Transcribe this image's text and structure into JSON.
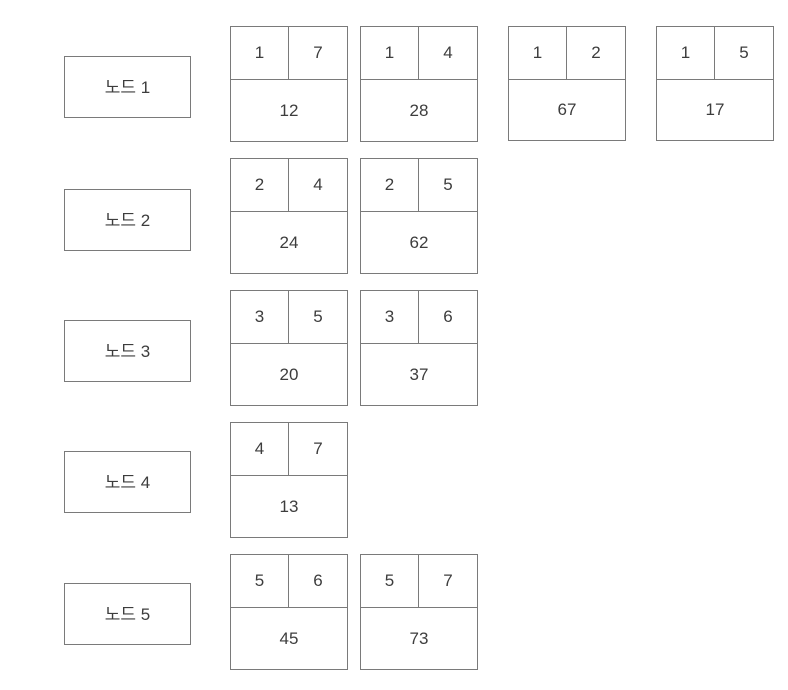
{
  "diagram": {
    "type": "node-edge-weight-table",
    "background_color": "#ffffff",
    "border_color": "#7a7a7a",
    "text_color": "#3d3d3d",
    "rows": [
      {
        "label": "노드 1",
        "cards": [
          {
            "from": "1",
            "to": "7",
            "value": "12"
          },
          {
            "from": "1",
            "to": "4",
            "value": "28"
          },
          {
            "from": "1",
            "to": "2",
            "value": "67"
          },
          {
            "from": "1",
            "to": "5",
            "value": "17"
          }
        ]
      },
      {
        "label": "노드 2",
        "cards": [
          {
            "from": "2",
            "to": "4",
            "value": "24"
          },
          {
            "from": "2",
            "to": "5",
            "value": "62"
          }
        ]
      },
      {
        "label": "노드 3",
        "cards": [
          {
            "from": "3",
            "to": "5",
            "value": "20"
          },
          {
            "from": "3",
            "to": "6",
            "value": "37"
          }
        ]
      },
      {
        "label": "노드 4",
        "cards": [
          {
            "from": "4",
            "to": "7",
            "value": "13"
          }
        ]
      },
      {
        "label": "노드 5",
        "cards": [
          {
            "from": "5",
            "to": "6",
            "value": "45"
          },
          {
            "from": "5",
            "to": "7",
            "value": "73"
          }
        ]
      }
    ]
  }
}
